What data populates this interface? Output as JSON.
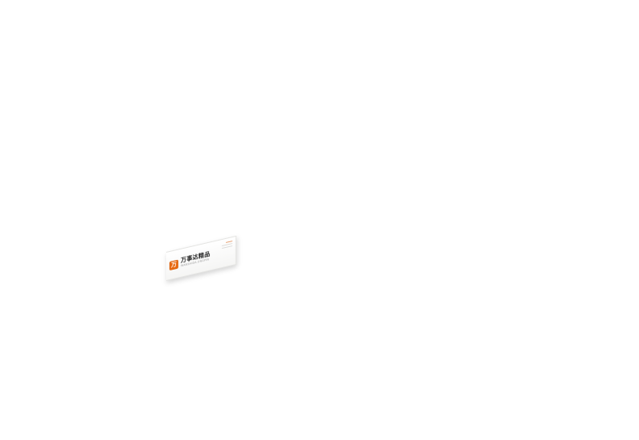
{
  "canvas": {
    "background": "#ffffff"
  },
  "signboard": {
    "title": "万事达精品",
    "subtitle": "WANSHIDA JINGPIN",
    "logo_glyph": "万",
    "colors": {
      "brand_orange": "#e8680f",
      "title_text": "#1c1c1c",
      "subtitle_text": "#9a9a9a",
      "board_edge": "#8c8c8c",
      "board_face": "#fbfbfa"
    }
  }
}
